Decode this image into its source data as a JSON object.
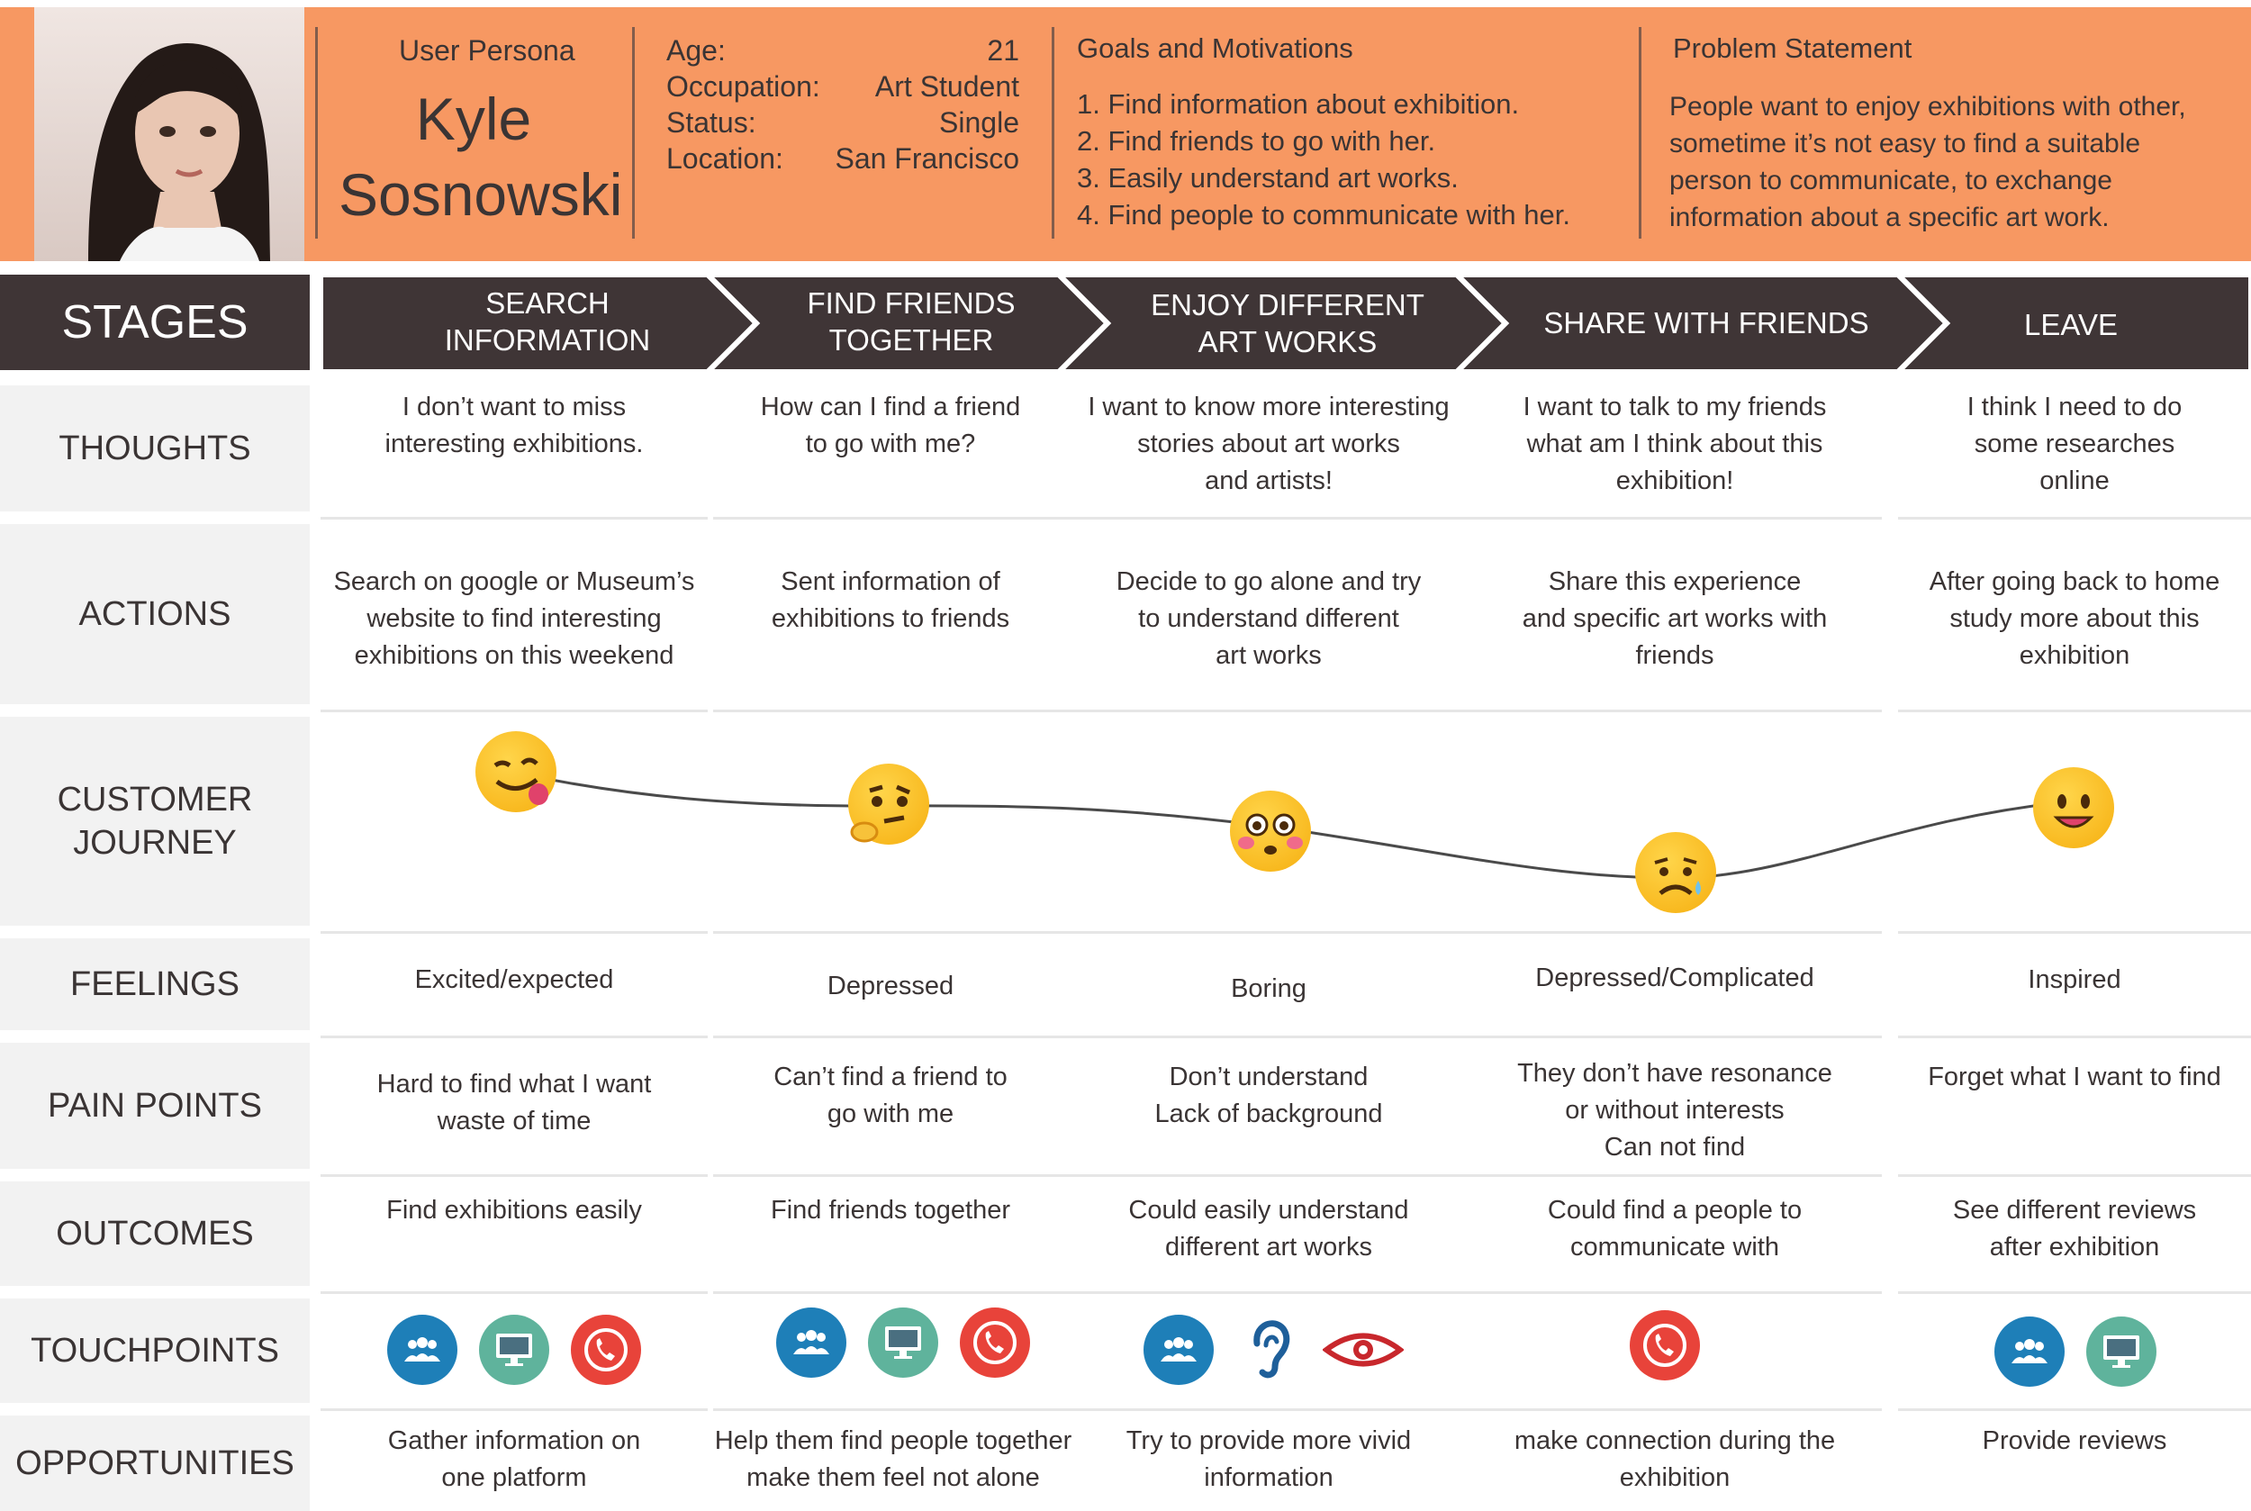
{
  "persona": {
    "label": "User Persona",
    "first_name": "Kyle",
    "last_name": "Sosnowski",
    "age_label": "Age:",
    "age": "21",
    "occupation_label": "Occupation:",
    "occupation": "Art Student",
    "status_label": "Status:",
    "status": "Single",
    "location_label": "Location:",
    "location": "San Francisco"
  },
  "goals": {
    "title": "Goals and Motivations",
    "items": [
      "1.  Find information about exhibition.",
      "2. Find friends to go with her.",
      "3. Easily understand art works.",
      "4. Find people to communicate with her."
    ]
  },
  "problem": {
    "title": "Problem Statement",
    "text": "People want to enjoy exhibitions with other, sometime it’s not easy to find a suitable person to communicate, to exchange information about a specific art work."
  },
  "row_labels": {
    "stages": "STAGES",
    "thoughts": "THOUGHTS",
    "actions": "ACTIONS",
    "journey_1": "CUSTOMER",
    "journey_2": "JOURNEY",
    "feelings": "FEELINGS",
    "pain_points": "PAIN POINTS",
    "outcomes": "OUTCOMES",
    "touchpoints": "TOUCHPOINTS",
    "opportunities": "OPPORTUNITIES"
  },
  "stages": [
    {
      "title_1": "SEARCH",
      "title_2": "INFORMATION",
      "thought_1": "I don’t want to miss",
      "thought_2": "interesting exhibitions.",
      "thought_3": "",
      "action_1": "Search on google or Museum’s",
      "action_2": "website to find interesting",
      "action_3": "exhibitions on this weekend",
      "feeling": "Excited/expected",
      "pain_1": "Hard to find what I want",
      "pain_2": "waste of time",
      "pain_3": "",
      "outcome_1": "Find exhibitions easily",
      "outcome_2": "",
      "opp_1": "Gather information on",
      "opp_2": "one platform",
      "touchpoints": [
        "people-icon",
        "monitor-icon",
        "phone-icon"
      ],
      "emotion": "winking-face-tongue"
    },
    {
      "title_1": "FIND FRIENDS",
      "title_2": "TOGETHER",
      "thought_1": "How can I find a friend",
      "thought_2": "to go with me?",
      "thought_3": "",
      "action_1": "Sent information of",
      "action_2": "exhibitions to friends",
      "action_3": "",
      "feeling": "Depressed",
      "pain_1": "Can’t find a friend to",
      "pain_2": "go with me",
      "pain_3": "",
      "outcome_1": "Find friends together",
      "outcome_2": "",
      "opp_1": "Help them find people together",
      "opp_2": "make them feel not alone",
      "touchpoints": [
        "people-icon",
        "monitor-icon",
        "phone-icon"
      ],
      "emotion": "thinking-face"
    },
    {
      "title_1": "ENJOY DIFFERENT",
      "title_2": "ART WORKS",
      "thought_1": "I want to know more interesting",
      "thought_2": "stories about art works",
      "thought_3": "and artists!",
      "action_1": "Decide to go alone and try",
      "action_2": "to understand different",
      "action_3": "art works",
      "feeling": "Boring",
      "pain_1": "Don’t understand",
      "pain_2": "Lack of background",
      "pain_3": "",
      "outcome_1": "Could easily understand",
      "outcome_2": "different art works",
      "opp_1": "Try to provide more vivid",
      "opp_2": "information",
      "touchpoints": [
        "people-icon",
        "ear-icon",
        "eye-icon"
      ],
      "emotion": "flushed-face"
    },
    {
      "title_1": "SHARE WITH FRIENDS",
      "title_2": "",
      "thought_1": "I want to talk to my friends",
      "thought_2": "what am I think about this",
      "thought_3": "exhibition!",
      "action_1": "Share this experience",
      "action_2": "and specific art works with",
      "action_3": "friends",
      "feeling": "Depressed/Complicated",
      "pain_1": "They don’t have resonance",
      "pain_2": "or without interests",
      "pain_3": "Can not find",
      "outcome_1": "Could find a people to",
      "outcome_2": "communicate with",
      "opp_1": "make connection during the",
      "opp_2": "exhibition",
      "touchpoints": [
        "phone-icon"
      ],
      "emotion": "sad-face"
    },
    {
      "title_1": "LEAVE",
      "title_2": "",
      "thought_1": "I think I need to do",
      "thought_2": "some researches",
      "thought_3": "online",
      "action_1": "After going back to home",
      "action_2": "study more about this",
      "action_3": "exhibition",
      "feeling": "Inspired",
      "pain_1": "Forget what I want to find",
      "pain_2": "",
      "pain_3": "",
      "outcome_1": "See different reviews",
      "outcome_2": "after exhibition",
      "opp_1": "Provide reviews",
      "opp_2": "",
      "touchpoints": [
        "people-icon",
        "monitor-icon"
      ],
      "emotion": "smiling-face"
    }
  ],
  "colors": {
    "header": "#f79862",
    "stage_bar": "#3f3536",
    "label_bg": "#f2f2f2",
    "people_icon": "#1e7fb8",
    "monitor_icon": "#5fb39c",
    "phone_icon": "#e8433a"
  }
}
